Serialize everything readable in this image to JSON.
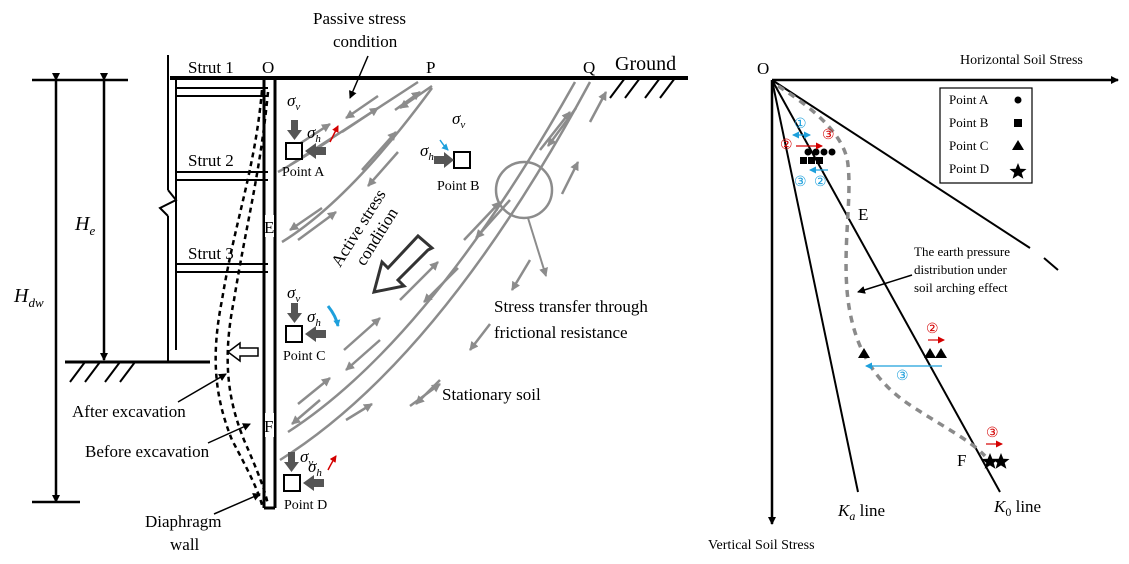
{
  "left": {
    "passive_line1": "Passive stress",
    "passive_line2": "condition",
    "ground": "Ground",
    "point_o": "O",
    "point_p": "P",
    "point_q": "Q",
    "point_e": "E",
    "point_f": "F",
    "strut1": "Strut 1",
    "strut2": "Strut 2",
    "strut3": "Strut 3",
    "he_symbol": "H",
    "he_sub": "e",
    "hdw_symbol": "H",
    "hdw_sub": "dw",
    "sigma": "σ",
    "sub_v": "v",
    "sub_h": "h",
    "point_a": "Point A",
    "point_b": "Point B",
    "point_c": "Point C",
    "point_d": "Point D",
    "active_line1": "Active stress",
    "active_line2": "condition",
    "transfer_line1": "Stress transfer through",
    "transfer_line2": "frictional resistance",
    "stationary": "Stationary soil",
    "after_excavation": "After excavation",
    "before_excavation": "Before excavation",
    "diaphragm_line1": "Diaphragm",
    "diaphragm_line2": "wall"
  },
  "right": {
    "origin": "O",
    "x_axis_title": "Horizontal Soil Stress",
    "y_axis_title": "Vertical Soil Stress",
    "label_e": "E",
    "label_f": "F",
    "ka_symbol": "K",
    "ka_sub": "a",
    "ka_suffix": " line",
    "k0_symbol": "K",
    "k0_sub": "0",
    "k0_suffix": " line",
    "arching_line1": "The earth pressure",
    "arching_line2": "distribution under",
    "arching_line3": "soil arching effect",
    "legend": [
      {
        "label": "Point A",
        "marker": "●"
      },
      {
        "label": "Point B",
        "marker": "■"
      },
      {
        "label": "Point C",
        "marker": "▲"
      },
      {
        "label": "Point D",
        "marker": "★"
      }
    ],
    "step1": "①",
    "step2": "②",
    "step3": "③"
  },
  "colors": {
    "red": "#d40000",
    "blue": "#1ea0dc",
    "gray_arrow": "#8c8c8c",
    "dark_gray": "#555555",
    "dashed_curve": "#8a8a8a"
  }
}
